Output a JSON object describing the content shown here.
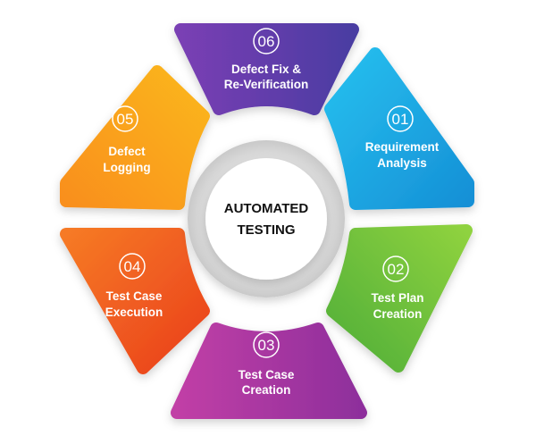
{
  "center": {
    "line1": "AUTOMATED",
    "line2": "TESTING"
  },
  "steps": [
    {
      "number": "01",
      "line1": "Requirement",
      "line2": "Analysis",
      "color": "#1aa9e6"
    },
    {
      "number": "02",
      "line1": "Test Plan",
      "line2": "Creation",
      "color": "#72c23a"
    },
    {
      "number": "03",
      "line1": "Test Case",
      "line2": "Creation",
      "color": "#a9379f"
    },
    {
      "number": "04",
      "line1": "Test Case",
      "line2": "Execution",
      "color": "#f0561e"
    },
    {
      "number": "05",
      "line1": "Defect",
      "line2": "Logging",
      "color": "#f8a01b"
    },
    {
      "number": "06",
      "line1": "Defect Fix &",
      "line2": "Re-Verification",
      "color": "#5b3ca8"
    }
  ]
}
